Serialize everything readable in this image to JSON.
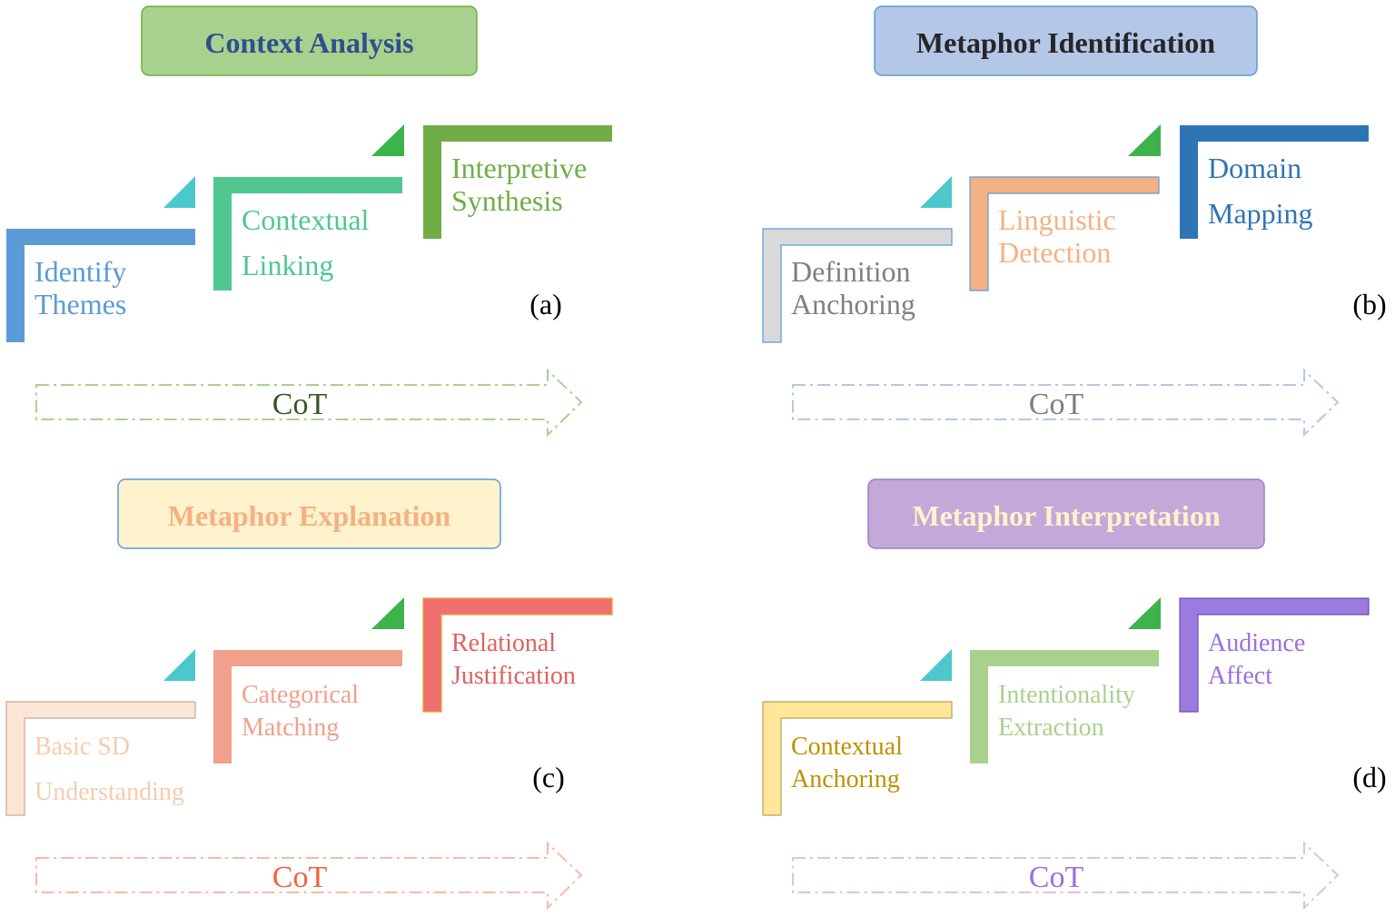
{
  "panels": [
    {
      "title": "Context Analysis",
      "title_fill": "#a9d18e",
      "title_stroke": "#70ad47",
      "title_color": "#2f4f8f",
      "label": "(a)",
      "cot_text": "CoT",
      "cot_text_color": "#375623",
      "cot_stroke": "#a9d18e",
      "steps": [
        {
          "lines": [
            "Identify",
            "Themes"
          ],
          "color": "#5b9bd5",
          "fill": true,
          "text_color": "#5b9bd5"
        },
        {
          "lines": [
            "Contextual",
            "Linking"
          ],
          "color": "#4fc78f",
          "fill": true,
          "text_color": "#4fc78f"
        },
        {
          "lines": [
            "Interpretive",
            "Synthesis"
          ],
          "color": "#70ad47",
          "fill": true,
          "text_color": "#70ad47"
        }
      ]
    },
    {
      "title": "Metaphor Identification",
      "title_fill": "#b4c7e7",
      "title_stroke": "#5b9bd5",
      "title_color": "#262626",
      "label": "(b)",
      "cot_text": "CoT",
      "cot_text_color": "#7f7f7f",
      "cot_stroke": "#b4c7e7",
      "steps": [
        {
          "lines": [
            "Definition",
            "Anchoring"
          ],
          "color": "#d9d9d9",
          "fill": true,
          "stroke": "#5b9bd5",
          "text_color": "#7f7f7f"
        },
        {
          "lines": [
            "Linguistic",
            "Detection"
          ],
          "color": "#f4b183",
          "fill": true,
          "stroke": "#5b9bd5",
          "text_color": "#f4b183"
        },
        {
          "lines": [
            "Domain",
            "Mapping"
          ],
          "color": "#2e75b6",
          "fill": true,
          "text_color": "#2e75b6"
        }
      ]
    },
    {
      "title": "Metaphor Explanation",
      "title_fill": "#fff2cc",
      "title_stroke": "#5b9bd5",
      "title_color": "#f4b183",
      "label": "(c)",
      "cot_text": "CoT",
      "cot_text_color": "#f0643c",
      "cot_stroke": "#f8b8a8",
      "steps": [
        {
          "lines": [
            "Basic SD",
            "Understanding"
          ],
          "color": "#fbe5d6",
          "fill": true,
          "stroke": "#c9a89a",
          "text_color": "#f8cbad"
        },
        {
          "lines": [
            "Categorical",
            "Matching"
          ],
          "color": "#f1a08c",
          "fill": true,
          "text_color": "#f1a08c"
        },
        {
          "lines": [
            "Relational",
            "Justification"
          ],
          "color": "#f07070",
          "fill": true,
          "stroke": "#e8a030",
          "text_color": "#e06060"
        }
      ]
    },
    {
      "title": "Metaphor Interpretation",
      "title_fill": "#c3a9d9",
      "title_stroke": "#9b7fc4",
      "title_color": "#fff2cc",
      "label": "(d)",
      "cot_text": "CoT",
      "cot_text_color": "#9b6fe0",
      "cot_stroke": "#d3c4ee",
      "steps": [
        {
          "lines": [
            "Contextual",
            "Anchoring"
          ],
          "color": "#ffe699",
          "fill": true,
          "stroke": "#b8a060",
          "text_color": "#bf9000"
        },
        {
          "lines": [
            "Intentionality",
            "Extraction"
          ],
          "color": "#a9d18e",
          "fill": true,
          "text_color": "#a9d18e"
        },
        {
          "lines": [
            "Audience",
            "Affect"
          ],
          "color": "#9b7be0",
          "fill": true,
          "stroke": "#6b4fb0",
          "text_color": "#9b6fe0"
        }
      ]
    }
  ],
  "triangle_colors": [
    "#4cc8cc",
    "#3cb44b"
  ]
}
